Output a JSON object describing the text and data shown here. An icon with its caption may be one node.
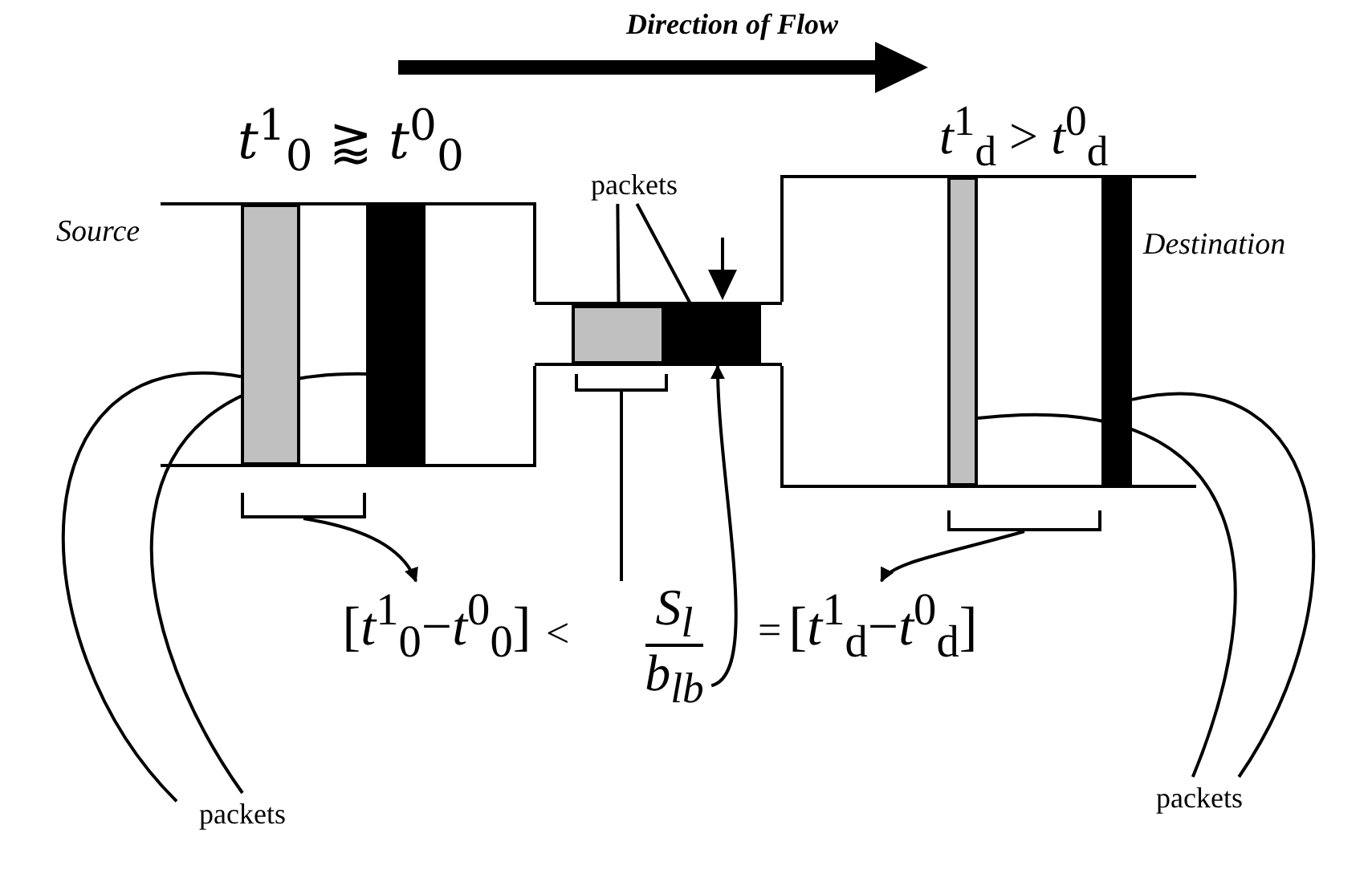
{
  "diagram": {
    "nodes": [
      {
        "text": [],
        "shape": "bar"
      },
      {
        "text": [],
        "shape": "bar"
      },
      {
        "text": [
          "packets"
        ]
      },
      {
        "text": [],
        "shape": "box"
      },
      {
        "text": [],
        "shape": "bar",
        "in": 3
      },
      {
        "text": [],
        "shape": "bar",
        "in": 3
      },
      {
        "text": [],
        "shape": "bar"
      },
      {
        "text": [],
        "shape": "bar"
      },
      {
        "text": [
          "[*t*$^{1}$$_{0}$−*t*$^{0}$$_{0}$]"
        ]
      },
      {
        "text": [
          "*S*$_{l}$",
          "*b*$_{l}$$_{b}$"
        ]
      },
      {
        "text": [
          "[*t*$^{1}$$_{d}$−*t*$^{0}$$_{d}$]"
        ]
      },
      {
        "text": [
          "packets"
        ]
      },
      {
        "text": [
          "packets"
        ]
      },
      {
        "text": [],
        "shape": "bracket"
      },
      {
        "text": [],
        "shape": "bracket"
      },
      {
        "text": [],
        "shape": "bracket"
      }
    ],
    "edges": [
      {
        "from": 2,
        "to": 4,
        "arrow": "none"
      },
      {
        "from": 2,
        "to": 5,
        "arrow": "none"
      },
      {
        "from": 11,
        "to": 0,
        "arrow": "none"
      },
      {
        "from": 11,
        "to": 1,
        "arrow": "none"
      },
      {
        "from": 12,
        "to": 6,
        "arrow": "none"
      },
      {
        "from": 12,
        "to": 7,
        "arrow": "none"
      },
      {
        "from": 13,
        "to": 8,
        "arrow": "to"
      },
      {
        "from": 15,
        "to": 10,
        "arrow": "to"
      },
      {
        "from": 14,
        "to": 9,
        "arrow": "none"
      },
      {
        "from": 9,
        "to": 3,
        "arrow": "to"
      }
    ],
    "labels": [
      "Direction of Flow",
      "*t*$^{1}$$_{0}$ ⪆ *t*$^{0}$$_{0}$",
      "*t*$^{1}$$_{d}$ > *t*$^{0}$$_{d}$",
      "Source",
      "Destination",
      "<",
      "="
    ]
  }
}
